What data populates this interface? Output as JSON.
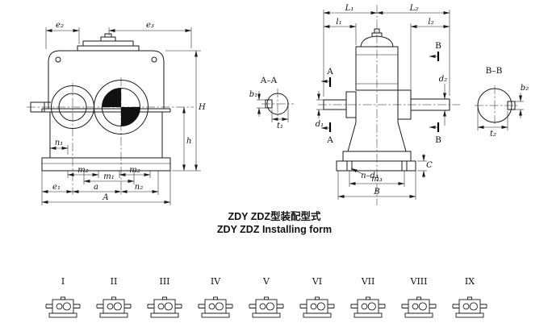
{
  "title": {
    "line1_cn": "ZDY ZDZ型装配型式",
    "line2_en": "ZDY ZDZ Installing form"
  },
  "colors": {
    "line": "#1a1a1a",
    "background": "#ffffff"
  },
  "front_view": {
    "dims": {
      "e2": "e₂",
      "e3": "e₃",
      "H": "H",
      "h": "h",
      "n1": "n₁",
      "m2_left": "m₂",
      "m2_right": "m₂",
      "m1": "m₁",
      "e1": "e₁",
      "a": "a",
      "n2": "n₂",
      "A": "A"
    }
  },
  "side_view": {
    "dims": {
      "L1": "L₁",
      "L2": "L₂",
      "l1": "l₁",
      "l2": "l₂",
      "A_top": "A",
      "A_bottom": "A",
      "B_top": "B",
      "B_bottom": "B",
      "d1": "d₁",
      "d2": "d₂",
      "C": "C",
      "n_d3": "n–d₃",
      "m3": "m₃",
      "B_width": "B"
    }
  },
  "section_aa": {
    "label": "A–A",
    "b1": "b₁",
    "t1": "t₁"
  },
  "section_bb": {
    "label": "B–B",
    "b2": "b₂",
    "t2": "t₂"
  },
  "forms": [
    {
      "label": "I"
    },
    {
      "label": "II"
    },
    {
      "label": "III"
    },
    {
      "label": "IV"
    },
    {
      "label": "V"
    },
    {
      "label": "VI"
    },
    {
      "label": "VII"
    },
    {
      "label": "VIII"
    },
    {
      "label": "IX"
    }
  ]
}
